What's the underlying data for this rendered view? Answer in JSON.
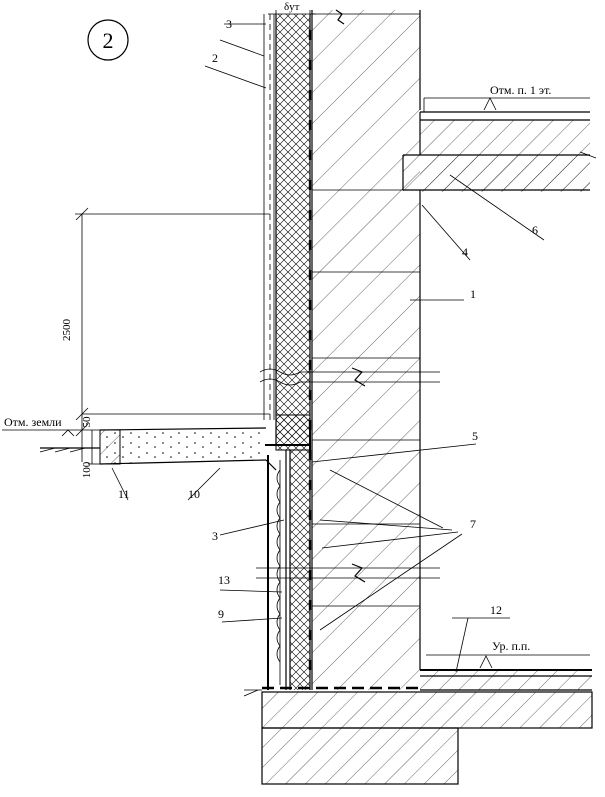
{
  "detail_number": "2",
  "dimension_labels": {
    "insulation_thickness": "δут",
    "height_2500": "2500",
    "step_50": "50",
    "step_100": "100"
  },
  "level_labels": {
    "first_floor": "Отм. п. 1 эт.",
    "ground": "Отм. земли",
    "floor": "Ур. п.п."
  },
  "callouts": {
    "c1": "1",
    "c2": "2",
    "c3_top": "3",
    "c3_bottom": "3",
    "c4": "4",
    "c5": "5",
    "c6": "6",
    "c7": "7",
    "c9": "9",
    "c10": "10",
    "c11": "11",
    "c12": "12",
    "c13": "13"
  }
}
